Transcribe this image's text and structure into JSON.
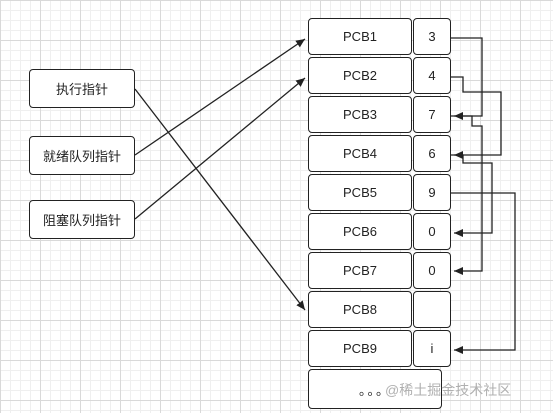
{
  "pointers": {
    "running": "执行指针",
    "ready": "就绪队列指针",
    "blocked": "阻塞队列指针"
  },
  "pcbs": [
    {
      "name": "PCB1",
      "next": "3"
    },
    {
      "name": "PCB2",
      "next": "4"
    },
    {
      "name": "PCB3",
      "next": "7"
    },
    {
      "name": "PCB4",
      "next": "6"
    },
    {
      "name": "PCB5",
      "next": "9"
    },
    {
      "name": "PCB6",
      "next": "0"
    },
    {
      "name": "PCB7",
      "next": "0"
    },
    {
      "name": "PCB8",
      "next": ""
    },
    {
      "name": "PCB9",
      "next": "i"
    }
  ],
  "ellipsis": "。。。",
  "watermark": "@稀土掘金技术社区"
}
